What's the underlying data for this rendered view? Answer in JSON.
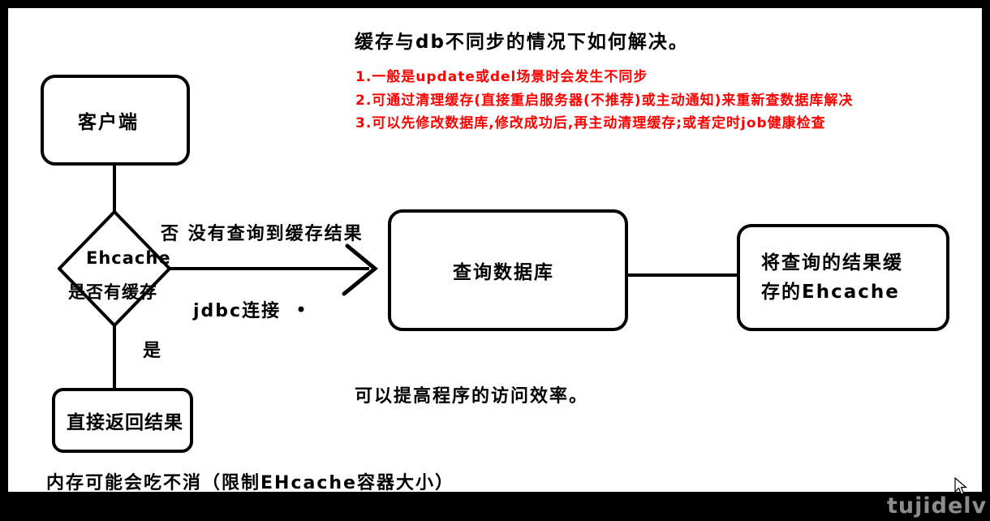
{
  "title": "缓存与db不同步的情况下如何解决。",
  "notes": [
    "1.一般是update或del场景时会发生不同步",
    "2.可通过清理缓存(直接重启服务器(不推荐)或主动通知)来重新查数据库解决",
    "3.可以先修改数据库,修改成功后,再主动清理缓存;或者定时job健康检查"
  ],
  "nodes": {
    "client": "客户端",
    "decision": {
      "line1": "Ehcache",
      "line2": "是否有缓存"
    },
    "query_db": "查询数据库",
    "cache_result": {
      "line1": "将查询的结果缓",
      "line2": "存的Ehcache"
    },
    "return_result": "直接返回结果"
  },
  "edge_labels": {
    "no": "否 没有查询到缓存结果",
    "jdbc": "jdbc连接",
    "yes": "是"
  },
  "annotations": {
    "efficiency": "可以提高程序的访问效率。",
    "memory": "内存可能会吃不消（限制EHcache容器大小）"
  },
  "watermark": "tujidelv",
  "colors": {
    "note-red": "#ff0000",
    "ink": "#000000",
    "watermark-gray": "#8c8c8c"
  }
}
